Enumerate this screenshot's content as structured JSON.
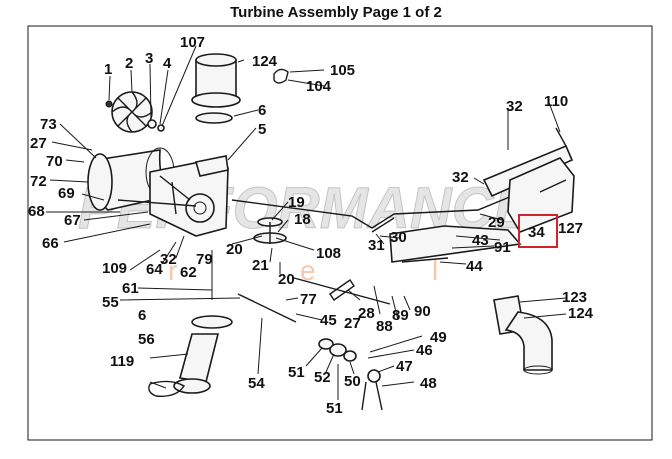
{
  "title": "Turbine Assembly Page 1 of 2",
  "watermark": "PERFORMANCE",
  "watermark_sub": [
    "r",
    "e",
    "l"
  ],
  "highlight_color": "#d2222a",
  "callouts": {
    "c1": "1",
    "c2": "2",
    "c3": "3",
    "c4": "4",
    "c107": "107",
    "c124a": "124",
    "c105": "105",
    "c104": "104",
    "c6a": "6",
    "c5": "5",
    "c73": "73",
    "c27a": "27",
    "c70": "70",
    "c72": "72",
    "c69": "69",
    "c68": "68",
    "c67": "67",
    "c66": "66",
    "c32a": "32",
    "c110": "110",
    "c32b": "32",
    "c19": "19",
    "c18": "18",
    "c29": "29",
    "c34": "34",
    "c127": "127",
    "c30": "30",
    "c31": "31",
    "c43": "43",
    "c91": "91",
    "c44": "44",
    "c20a": "20",
    "c108": "108",
    "c109": "109",
    "c64": "64",
    "c32c": "32",
    "c79": "79",
    "c62": "62",
    "c21": "21",
    "c20b": "20",
    "c61": "61",
    "c55": "55",
    "c77": "77",
    "c28": "28",
    "c89": "89",
    "c90": "90",
    "c88": "88",
    "c27b": "27",
    "c45": "45",
    "c6b": "6",
    "c56": "56",
    "c123": "123",
    "c124b": "124",
    "c49": "49",
    "c46": "46",
    "c47": "47",
    "c48": "48",
    "c119": "119",
    "c54": "54",
    "c51a": "51",
    "c52": "52",
    "c50": "50",
    "c51b": "51"
  }
}
